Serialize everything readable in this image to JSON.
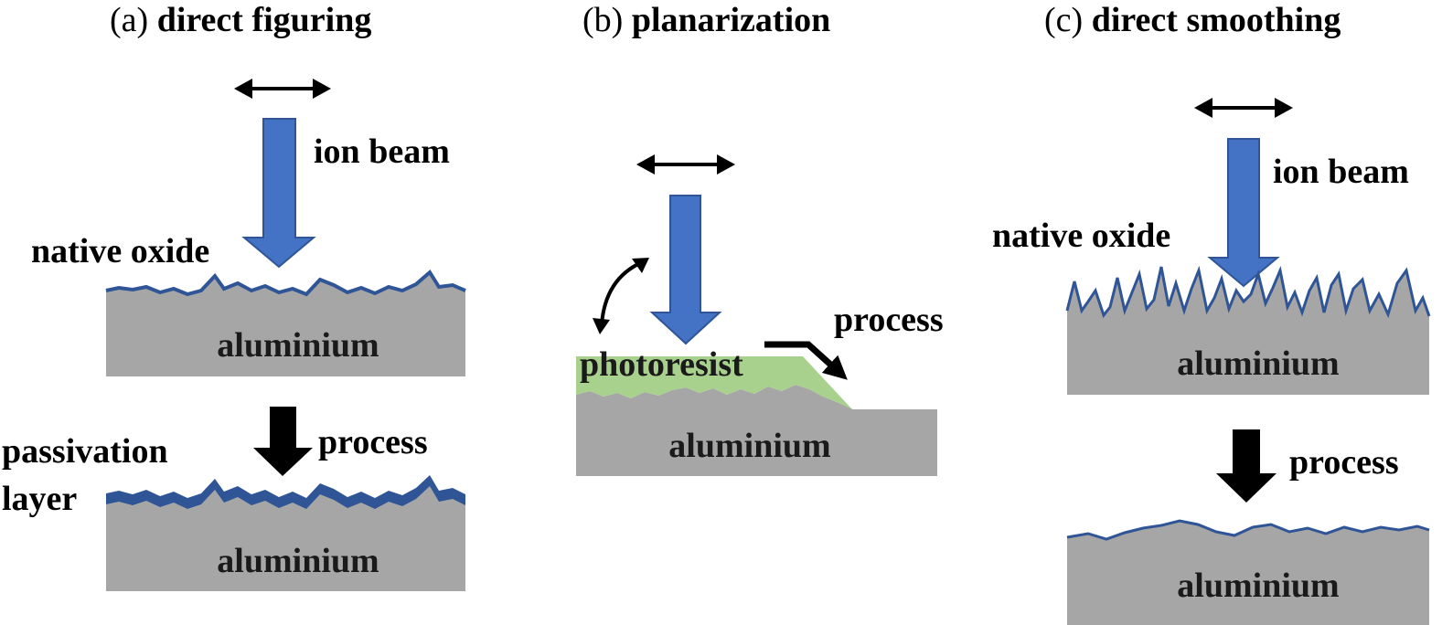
{
  "panels": [
    {
      "title_letter": "(a)",
      "title_text": "direct figuring",
      "labels": {
        "beam": "ion beam",
        "oxide": "native oxide",
        "material_top": "aluminium",
        "process": "process",
        "passivation_line1": "passivation",
        "passivation_line2": "layer",
        "material_bottom": "aluminium"
      }
    },
    {
      "title_letter": "(b)",
      "title_text": "planarization",
      "labels": {
        "process": "process",
        "resist": "photoresist",
        "material": "aluminium"
      }
    },
    {
      "title_letter": "(c)",
      "title_text": "direct smoothing",
      "labels": {
        "beam": "ion beam",
        "oxide": "native oxide",
        "material_top": "aluminium",
        "process": "process",
        "material_bottom": "aluminium"
      }
    }
  ],
  "colors": {
    "beam": "#4472C4",
    "beam_outline": "#2F5597",
    "oxide_line": "#2F5597",
    "substrate": "#A6A6A6",
    "resist": "#A9D18E",
    "arrow": "#000000"
  }
}
